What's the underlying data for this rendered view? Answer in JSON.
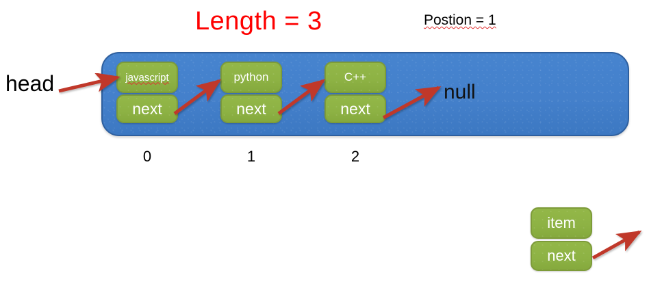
{
  "header": {
    "length_label": "Length = 3",
    "position_label": "Postion = 1",
    "position_misspelled": true
  },
  "pointers": {
    "head_label": "head",
    "null_label": "null"
  },
  "colors": {
    "panel_blue": "#4480cb",
    "panel_border": "#2e5f9e",
    "node_green": "#8db244",
    "node_border": "#7d9b39",
    "arrow_red": "#c0392b",
    "title_red": "#fe0000",
    "spell_underline": "#e03030"
  },
  "linked_list": {
    "nodes": [
      {
        "value": "javascript",
        "next_label": "next",
        "index": "0",
        "misspelled": true
      },
      {
        "value": "python",
        "next_label": "next",
        "index": "1",
        "misspelled": false
      },
      {
        "value": "C++",
        "next_label": "next",
        "index": "2",
        "misspelled": false
      }
    ]
  },
  "new_node": {
    "value_label": "item",
    "next_label": "next"
  }
}
